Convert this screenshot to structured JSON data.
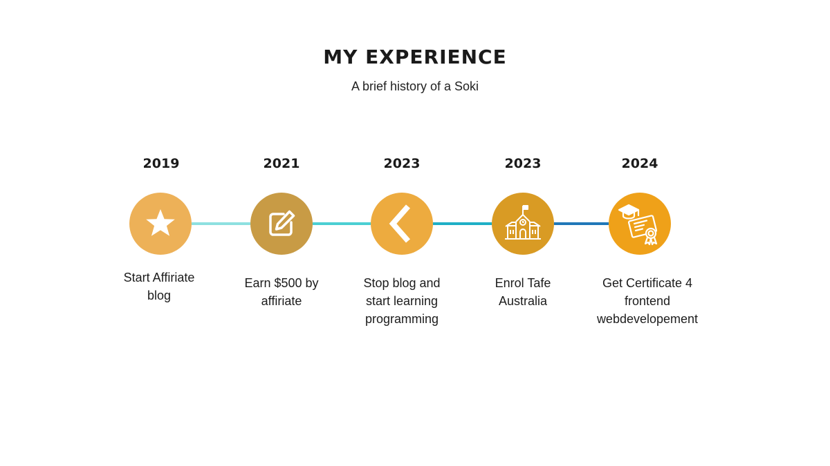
{
  "header": {
    "title": "MY EXPERIENCE",
    "subtitle": "A brief history of a Soki"
  },
  "timeline": [
    {
      "year": "2019",
      "icon": "star-icon",
      "color": "#EDB158",
      "label_lines": [
        "Start Affiriate",
        "blog"
      ]
    },
    {
      "year": "2021",
      "icon": "edit-icon",
      "color": "#C89B45",
      "label_lines": [
        "Earn $500 by",
        "affiriate"
      ]
    },
    {
      "year": "2023",
      "icon": "chevron-left-icon",
      "color": "#EDAB3F",
      "label_lines": [
        "Stop blog and",
        "start learning",
        "programming"
      ]
    },
    {
      "year": "2023",
      "icon": "school-building-icon",
      "color": "#D99B24",
      "label_lines": [
        "Enrol Tafe",
        "Australia"
      ]
    },
    {
      "year": "2024",
      "icon": "certificate-icon",
      "color": "#EFA119",
      "label_lines": [
        "Get Certificate 4",
        "frontend",
        "webdevelopement"
      ]
    }
  ],
  "connector_colors": [
    "#8EE0E0",
    "#4BCFD3",
    "#1FAFC6",
    "#2078B8"
  ]
}
